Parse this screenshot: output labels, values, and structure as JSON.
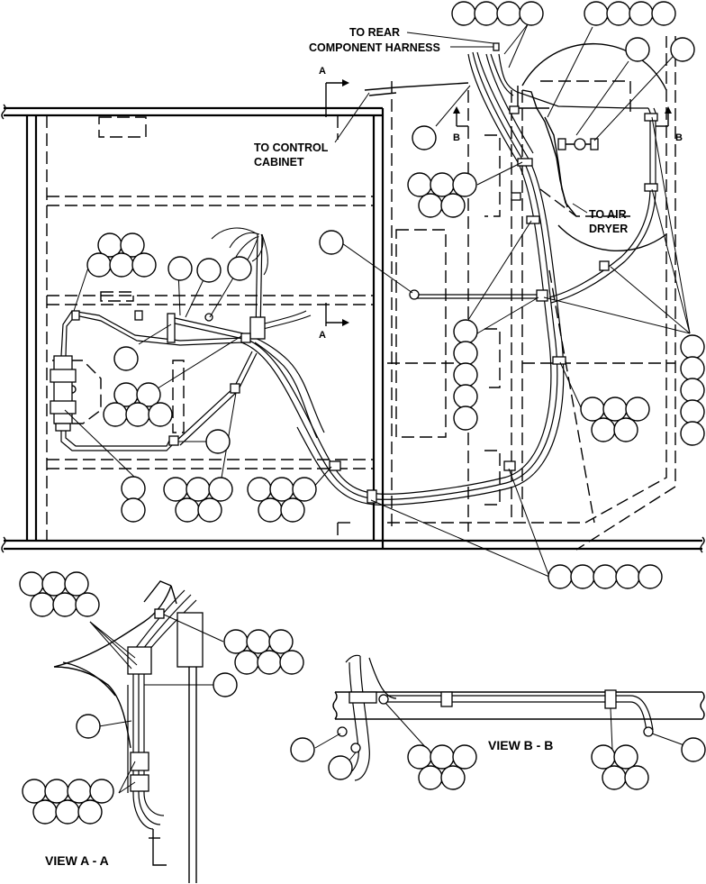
{
  "labels": {
    "to_rear_line1": "TO REAR",
    "to_rear_line2": "COMPONENT HARNESS",
    "to_control_line1": "TO CONTROL",
    "to_control_line2": "CABINET",
    "to_air_line1": "TO AIR",
    "to_air_line2": "DRYER",
    "view_aa": "VIEW A - A",
    "view_bb": "VIEW B - B",
    "section_a": "A",
    "section_b": "B"
  }
}
